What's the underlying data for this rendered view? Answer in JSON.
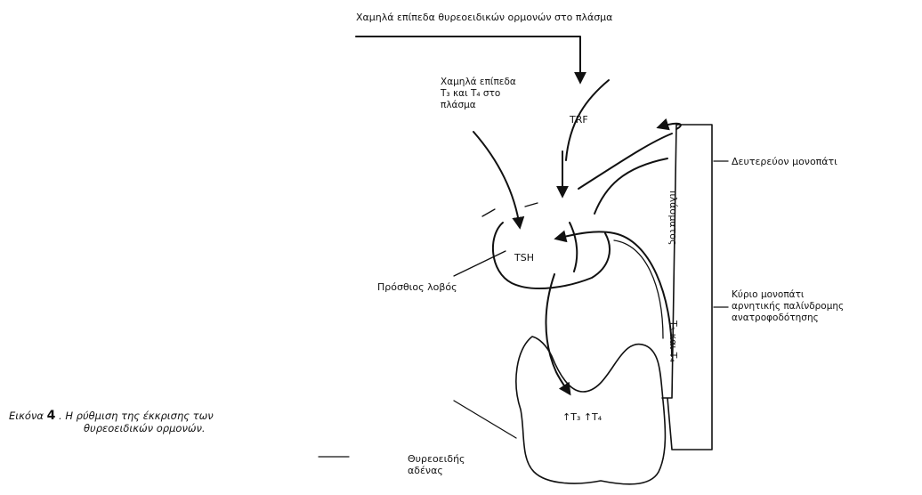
{
  "diagram": {
    "top_label": "Χαμηλά επίπεδα θυρεοειδικών ορμονών στο πλάσμα",
    "low_t3t4_line1": "Χαμηλά επίπεδα",
    "low_t3t4_line2": "T₃ και T₄ στο",
    "low_t3t4_line3": "πλάσμα",
    "trf_label": "TRF",
    "tsh_label": "TSH",
    "pituitary_label": "Πρόσθιος λοβός",
    "secondary_path_label": "Δευτερεύον μονοπάτι",
    "plasma_vertical": "πλάσματος",
    "t3t4_vertical": "T₃ και T₄",
    "main_path_line1": "Κύριο μονοπάτι",
    "main_path_line2": "αρνητικής παλίνδρομης",
    "main_path_line3": "ανατροφοδότησης",
    "thyroid_hormones": "↑T₃ ↑T₄",
    "thyroid_label_line1": "Θυρεοειδής",
    "thyroid_label_line2": "αδένας",
    "caption_prefix": "Εικόνα",
    "caption_number": "4",
    "caption_line1": ". Η ρύθμιση της έκκρισης των",
    "caption_line2": "θυρεοειδικών ορμονών."
  }
}
